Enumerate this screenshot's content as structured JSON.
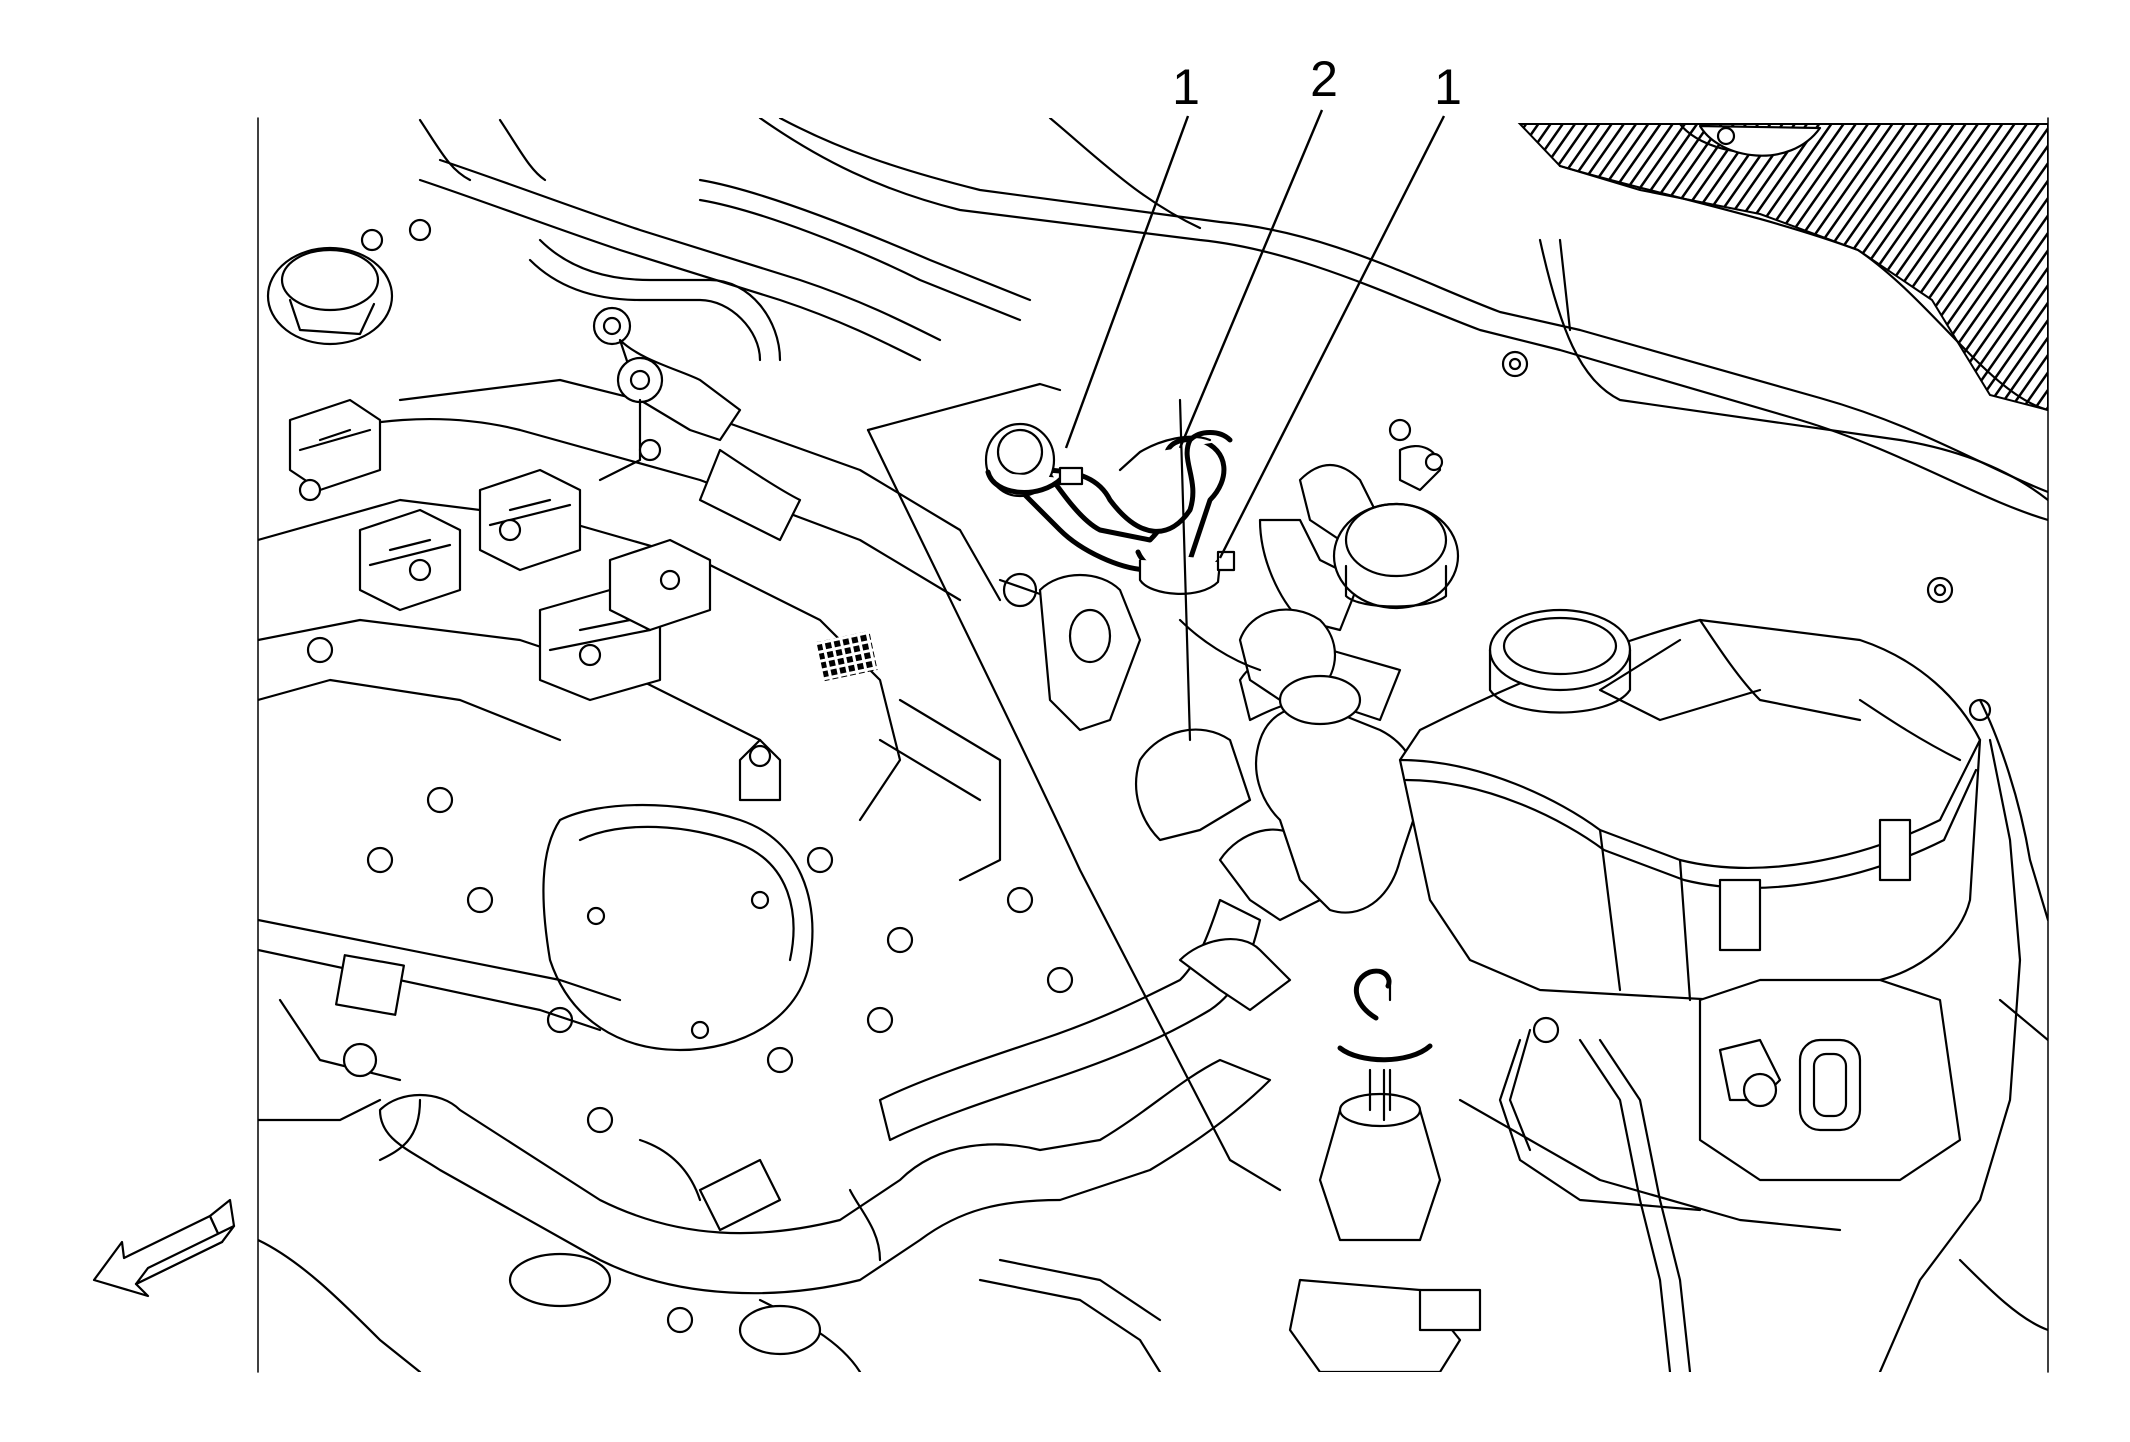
{
  "callouts": [
    {
      "label": "1",
      "target": "hose-clamp-upper"
    },
    {
      "label": "2",
      "target": "coolant-hose"
    },
    {
      "label": "1",
      "target": "hose-clamp-lower"
    }
  ],
  "icons": {
    "direction_arrow": "front-direction-arrow-icon",
    "grille": "radiator-grille-hatch",
    "reservoir": "coolant-reservoir"
  },
  "colors": {
    "line": "#000000",
    "background": "#ffffff"
  }
}
